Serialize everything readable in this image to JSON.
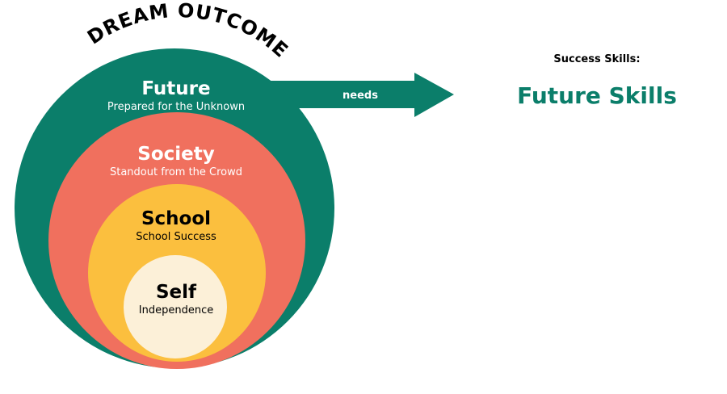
{
  "arc_title": "DREAM OUTCOME",
  "circles": [
    {
      "title": "Future",
      "subtitle": "Prepared for the Unknown",
      "color": "#0b7e6a"
    },
    {
      "title": "Society",
      "subtitle": "Standout from the Crowd",
      "color": "#f0705e"
    },
    {
      "title": "School",
      "subtitle": "School Success",
      "color": "#fbbf3e"
    },
    {
      "title": "Self",
      "subtitle": "Independence",
      "color": "#fcf0d8"
    }
  ],
  "arrow": {
    "label": "needs",
    "color": "#0b7e6a"
  },
  "success": {
    "heading": "Success Skills:",
    "value": "Future Skills",
    "value_color": "#0b7e6a"
  }
}
